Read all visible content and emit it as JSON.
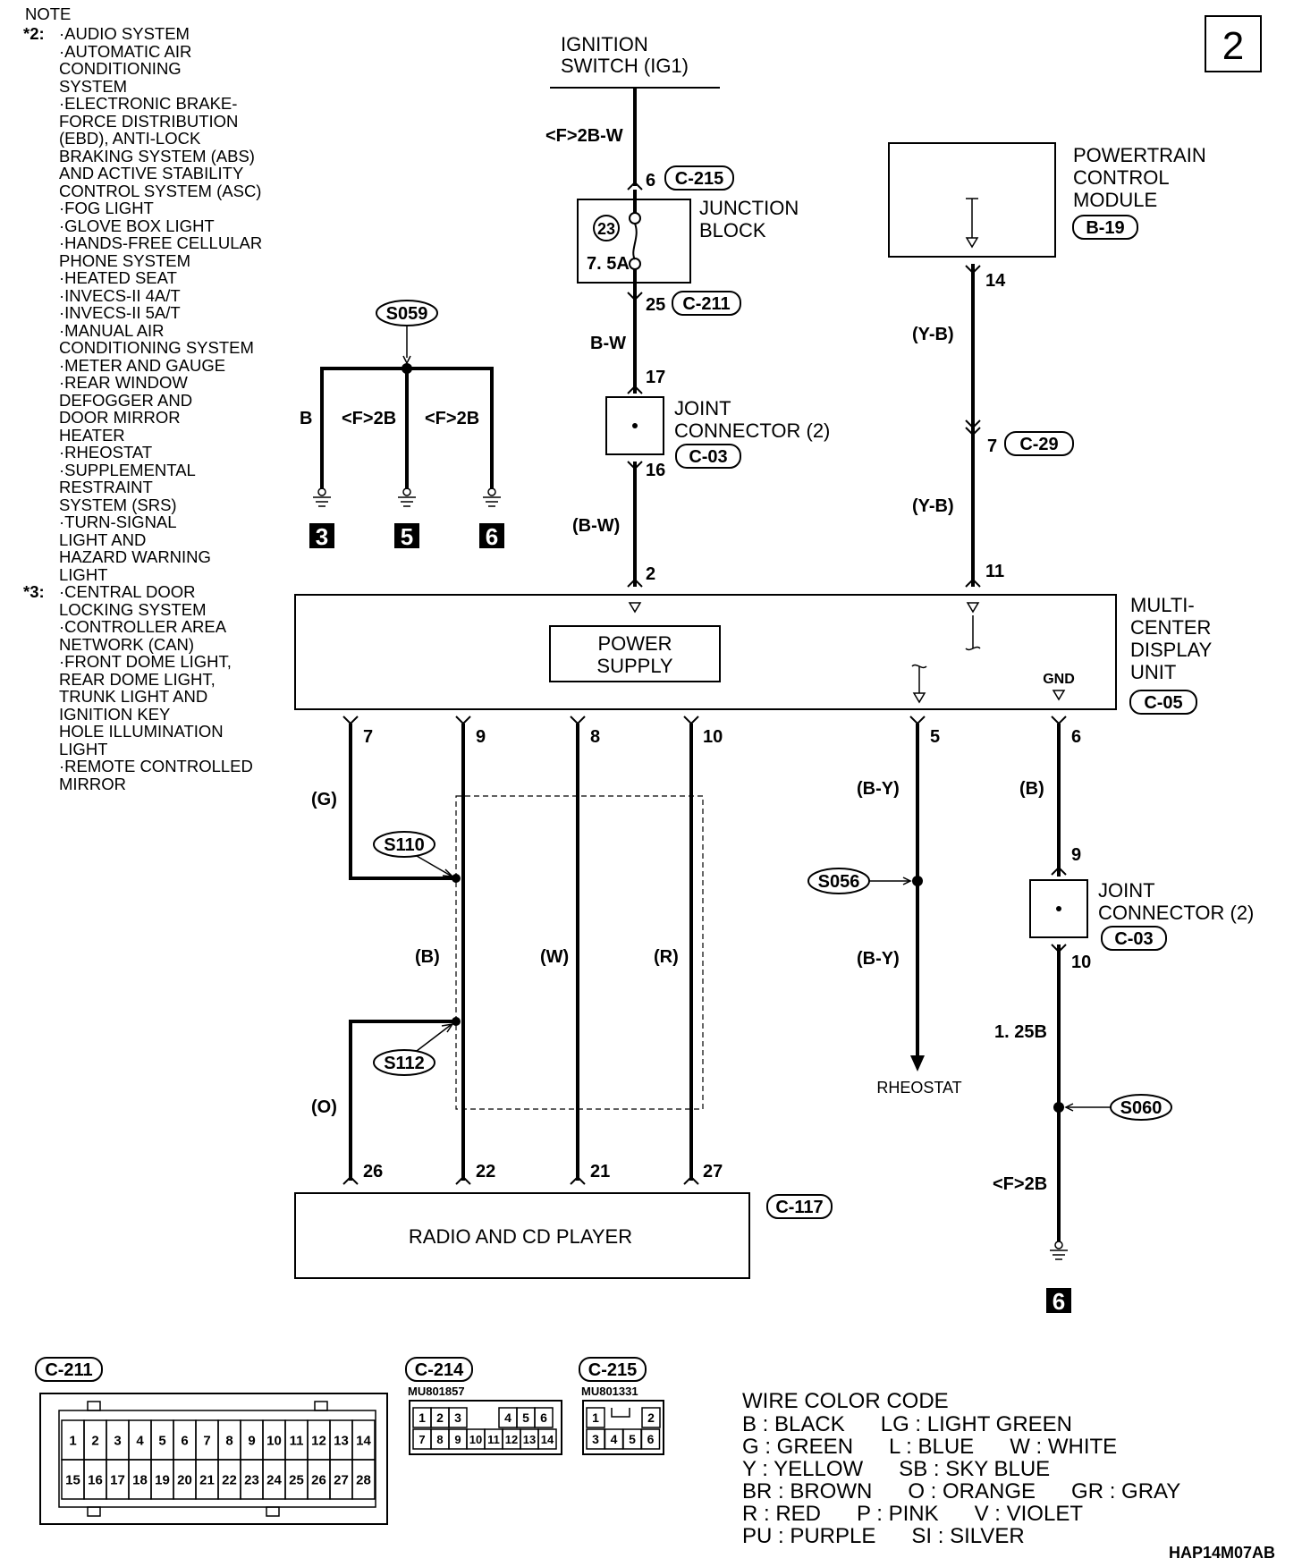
{
  "page_number": "2",
  "diagram_code": "HAP14M07AB",
  "note": {
    "title": "NOTE",
    "groups": [
      {
        "mark": "*2:",
        "items": [
          "·AUDIO SYSTEM",
          "·AUTOMATIC AIR",
          "CONDITIONING",
          "SYSTEM",
          "·ELECTRONIC BRAKE-",
          "FORCE DISTRIBUTION",
          "(EBD), ANTI-LOCK",
          "BRAKING SYSTEM (ABS)",
          "AND ACTIVE STABILITY",
          "CONTROL SYSTEM (ASC)",
          "·FOG LIGHT",
          "·GLOVE BOX LIGHT",
          "·HANDS-FREE CELLULAR",
          "PHONE SYSTEM",
          "·HEATED SEAT",
          "·INVECS-II 4A/T",
          "·INVECS-II 5A/T",
          "·MANUAL AIR",
          "CONDITIONING SYSTEM",
          "·METER AND GAUGE",
          "·REAR WINDOW",
          "DEFOGGER AND",
          "DOOR MIRROR",
          "HEATER",
          "·RHEOSTAT",
          "·SUPPLEMENTAL",
          "RESTRAINT",
          "SYSTEM (SRS)",
          "·TURN-SIGNAL",
          "LIGHT AND",
          "HAZARD WARNING",
          "LIGHT"
        ]
      },
      {
        "mark": "*3:",
        "items": [
          "·CENTRAL DOOR",
          "LOCKING SYSTEM",
          "·CONTROLLER AREA",
          "NETWORK (CAN)",
          "·FRONT DOME LIGHT,",
          "REAR DOME LIGHT,",
          "TRUNK LIGHT AND",
          "IGNITION KEY",
          "HOLE ILLUMINATION",
          "LIGHT",
          "·REMOTE CONTROLLED",
          "MIRROR"
        ]
      }
    ]
  },
  "components": {
    "ignition": [
      "IGNITION",
      "SWITCH (IG1)"
    ],
    "junction_block": {
      "name": [
        "JUNCTION",
        "BLOCK"
      ],
      "fuse_no": "23",
      "fuse_rating": "7. 5A"
    },
    "joint_connector_1": {
      "name": [
        "JOINT",
        "CONNECTOR (2)"
      ],
      "conn": "C-03"
    },
    "joint_connector_2": {
      "name": [
        "JOINT",
        "CONNECTOR (2)"
      ],
      "conn": "C-03"
    },
    "pcm": {
      "name": [
        "POWERTRAIN",
        "CONTROL",
        "MODULE"
      ],
      "conn": "B-19"
    },
    "mcdu": {
      "name": [
        "MULTI-",
        "CENTER",
        "DISPLAY",
        "UNIT"
      ],
      "conn": "C-05",
      "power_supply": [
        "POWER",
        "SUPPLY"
      ],
      "gnd": "GND"
    },
    "radio": {
      "name": "RADIO AND CD PLAYER",
      "conn": "C-117"
    },
    "rheostat": "RHEOSTAT"
  },
  "connectors": {
    "c215_top": "C-215",
    "c211_top": "C-211",
    "c29": "C-29"
  },
  "wires": {
    "ig_wire": "<F>2B-W",
    "bw": "B-W",
    "bw_paren": "(B-W)",
    "yb1": "(Y-B)",
    "yb2": "(Y-B)",
    "g": "(G)",
    "o": "(O)",
    "b_center": "(B)",
    "w_center": "(W)",
    "r_center": "(R)",
    "by1": "(B-Y)",
    "by2": "(B-Y)",
    "b_right": "(B)",
    "b125": "1. 25B",
    "f2b_right": "<F>2B",
    "ground_b": "B",
    "ground_f2b_1": "<F>2B",
    "ground_f2b_2": "<F>2B"
  },
  "pins": {
    "p6": "6",
    "p25": "25",
    "p17": "17",
    "p16": "16",
    "p2": "2",
    "p14": "14",
    "p7a": "7",
    "p11": "11",
    "p7": "7",
    "p9": "9",
    "p8": "8",
    "p10": "10",
    "p5": "5",
    "p6b": "6",
    "p9b": "9",
    "p10b": "10",
    "p26": "26",
    "p22": "22",
    "p21": "21",
    "p27": "27"
  },
  "splices": {
    "s059": "S059",
    "s110": "S110",
    "s112": "S112",
    "s056": "S056",
    "s060": "S060"
  },
  "grounds": [
    "3",
    "5",
    "6",
    "6"
  ],
  "connector_views": {
    "c211": {
      "label": "C-211",
      "row1": [
        "1",
        "2",
        "3",
        "4",
        "5",
        "6",
        "7",
        "8",
        "9",
        "10",
        "11",
        "12",
        "13",
        "14"
      ],
      "row2": [
        "15",
        "16",
        "17",
        "18",
        "19",
        "20",
        "21",
        "22",
        "23",
        "24",
        "25",
        "26",
        "27",
        "28"
      ]
    },
    "c214": {
      "label": "C-214",
      "part": "MU801857",
      "row1": [
        "1",
        "2",
        "3",
        "4",
        "5",
        "6"
      ],
      "row2": [
        "7",
        "8",
        "9",
        "10",
        "11",
        "12",
        "13",
        "14"
      ]
    },
    "c215": {
      "label": "C-215",
      "part": "MU801331",
      "row1": [
        "1",
        "2"
      ],
      "row2": [
        "3",
        "4",
        "5",
        "6"
      ]
    }
  },
  "wire_color_code": {
    "title": "WIRE COLOR CODE",
    "lines": [
      "B : BLACK      LG : LIGHT GREEN",
      "G : GREEN      L : BLUE      W : WHITE",
      "Y : YELLOW      SB : SKY BLUE",
      "BR : BROWN      O : ORANGE      GR : GRAY",
      "R : RED      P : PINK      V : VIOLET",
      "PU : PURPLE      SI : SILVER"
    ]
  }
}
